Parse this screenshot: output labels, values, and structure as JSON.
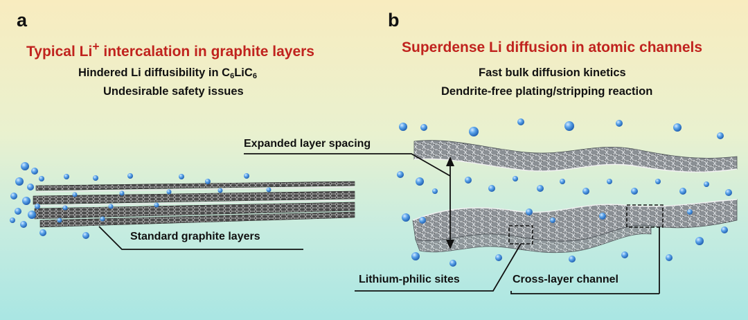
{
  "panel_a": {
    "letter": "a",
    "title_part1": "Typical Li",
    "title_sup": "+",
    "title_part2": " intercalation in graphite layers",
    "line1_part1": "Hindered Li diffusibility in C",
    "line1_sub1": "6",
    "line1_part2": "LiC",
    "line1_sub2": "6",
    "line2": "Undesirable safety issues",
    "callout_layers": "Standard graphite layers"
  },
  "panel_b": {
    "letter": "b",
    "title": "Superdense Li diffusion in atomic channels",
    "line1": "Fast bulk diffusion kinetics",
    "line2": "Dendrite-free plating/stripping reaction",
    "callout_spacing": "Expanded layer spacing",
    "callout_sites": "Lithium-philic sites",
    "callout_channel": "Cross-layer channel"
  },
  "colors": {
    "title_red": "#c0231e",
    "li_blue": "#3f8fe0",
    "graphite_dark": "#3a3a3a"
  }
}
